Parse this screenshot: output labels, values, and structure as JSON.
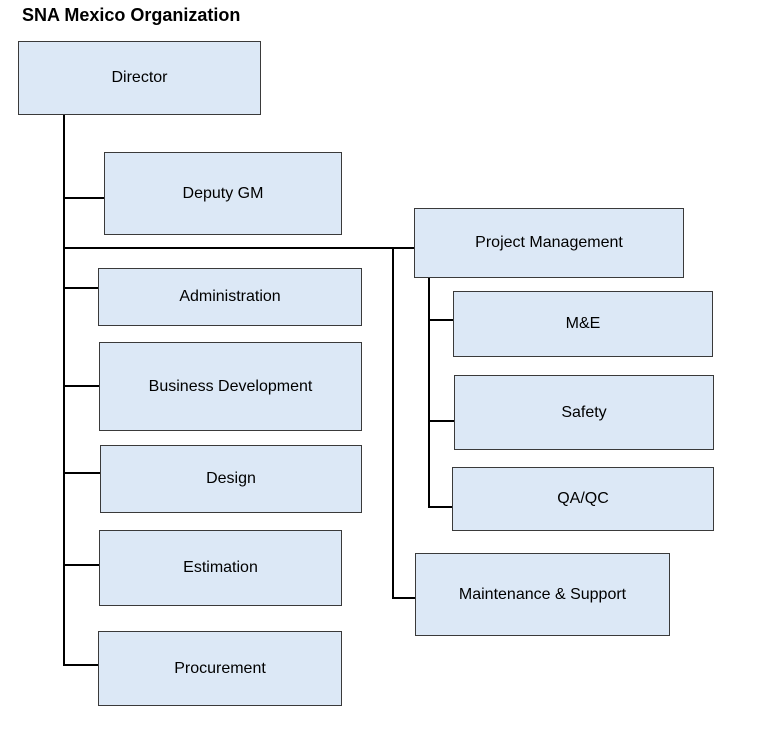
{
  "title": "SNA Mexico Organization",
  "boxes": {
    "director": "Director",
    "deputy_gm": "Deputy GM",
    "administration": "Administration",
    "business_development": "Business Development",
    "design": "Design",
    "estimation": "Estimation",
    "procurement": "Procurement",
    "project_management": "Project Management",
    "me": "M&E",
    "safety": "Safety",
    "qaqc": "QA/QC",
    "maintenance_support": "Maintenance & Support"
  },
  "colors": {
    "box_fill": "#dce8f6",
    "box_border": "#3a3a3a",
    "connector": "#000000"
  }
}
